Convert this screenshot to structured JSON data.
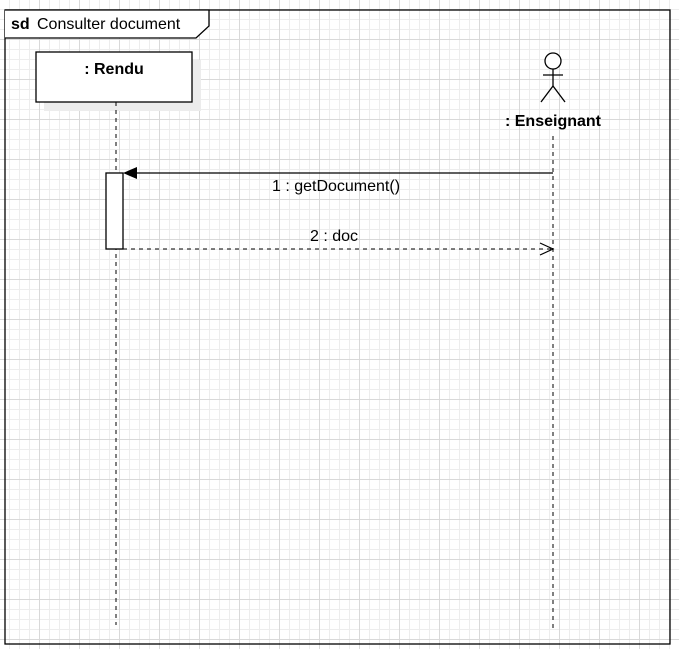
{
  "frame": {
    "keyword": "sd",
    "title": "Consulter document"
  },
  "lifelines": [
    {
      "id": "rendu",
      "label": ": Rendu",
      "kind": "object"
    },
    {
      "id": "enseignant",
      "label": ": Enseignant",
      "kind": "actor"
    }
  ],
  "messages": [
    {
      "from": "enseignant",
      "to": "rendu",
      "label": "1 : getDocument()",
      "type": "synchronous"
    },
    {
      "from": "rendu",
      "to": "enseignant",
      "label": "2 : doc",
      "type": "return"
    }
  ]
}
